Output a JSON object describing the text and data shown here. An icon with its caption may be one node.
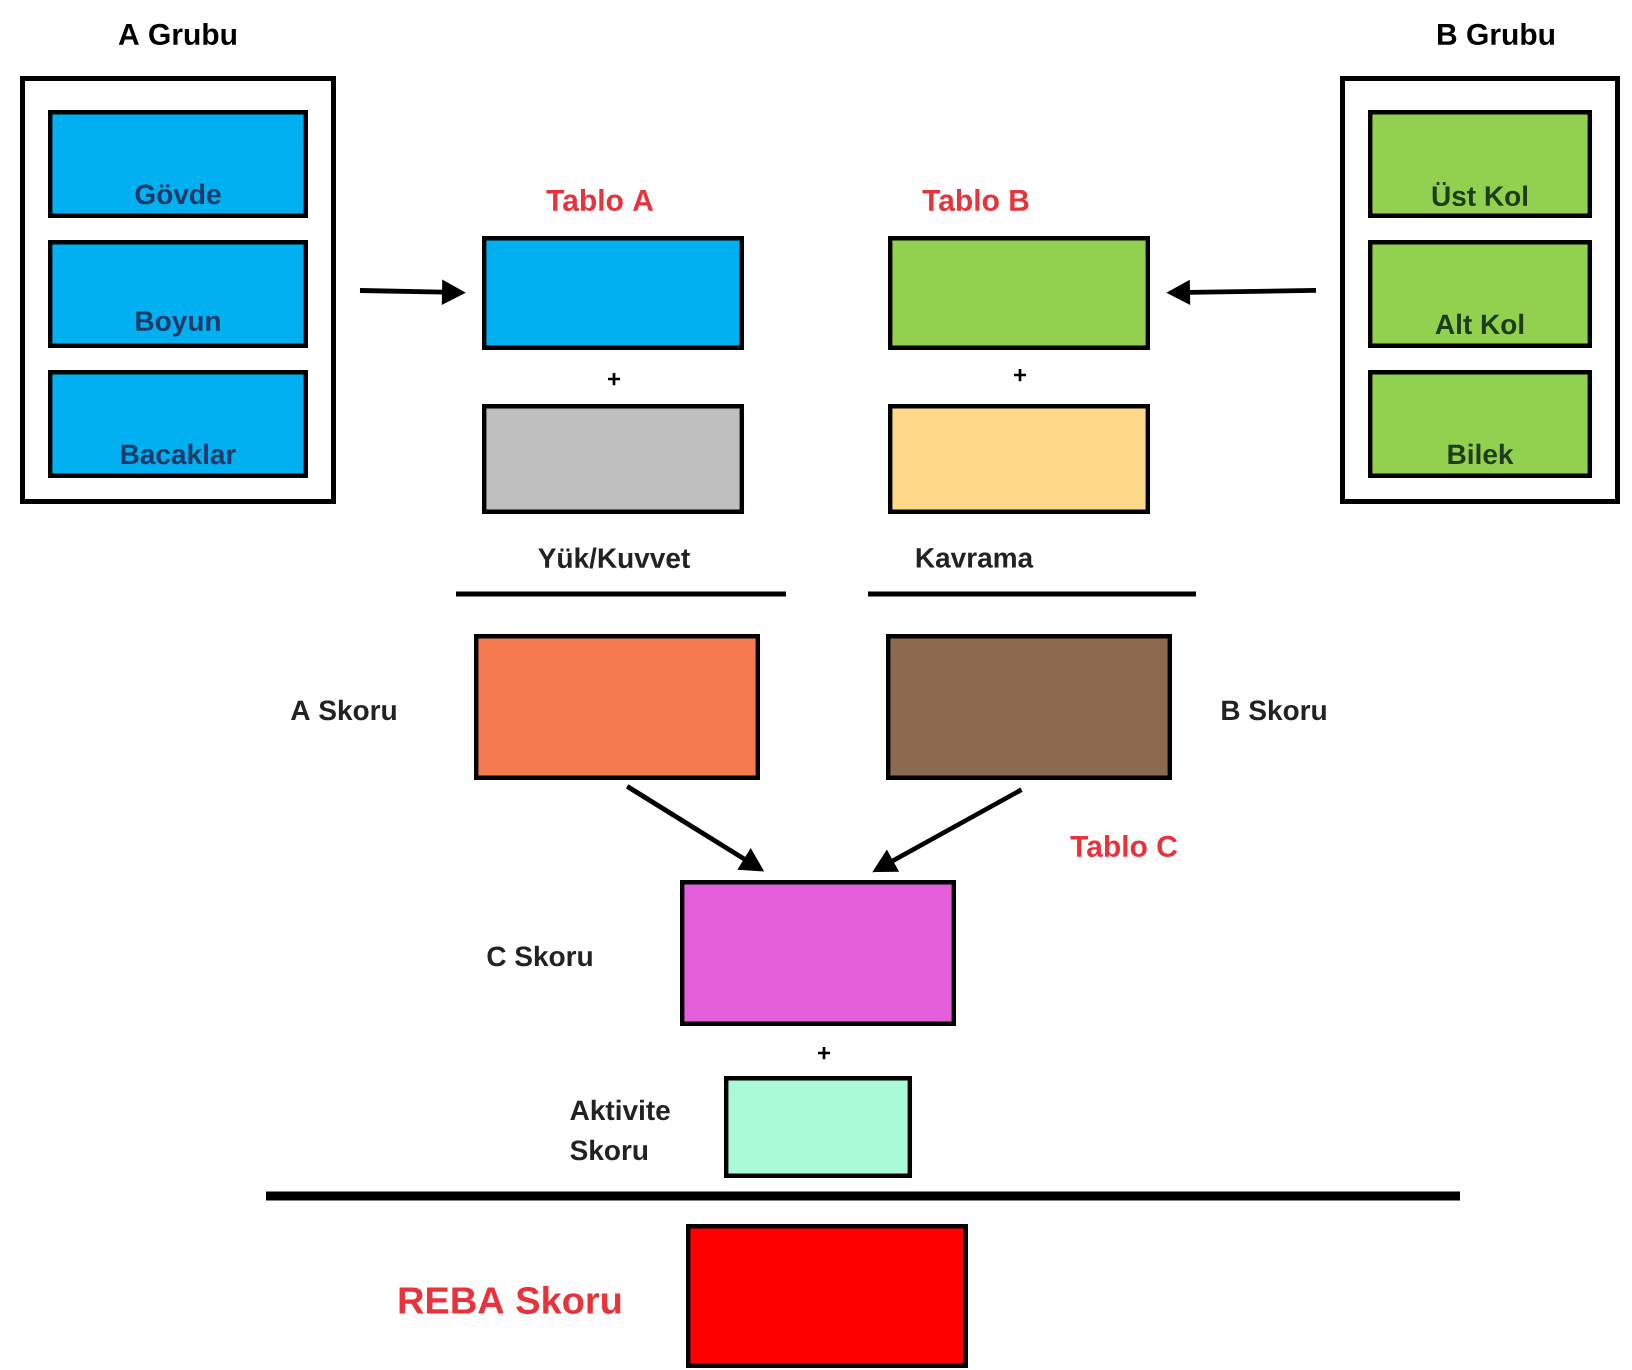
{
  "diagram": {
    "nodes": [
      {
        "text": [
          "A Grubu"
        ]
      },
      {
        "text": [
          "Gövde"
        ],
        "in": 0
      },
      {
        "text": [
          "Boyun"
        ],
        "in": 0
      },
      {
        "text": [
          "Bacaklar"
        ],
        "in": 0
      },
      {
        "text": [
          "B Grubu"
        ]
      },
      {
        "text": [
          "Üst Kol"
        ],
        "in": 4
      },
      {
        "text": [
          "Alt Kol"
        ],
        "in": 4
      },
      {
        "text": [
          "Bilek"
        ],
        "in": 4
      },
      {
        "text": [
          "Tablo A"
        ]
      },
      {
        "text": [
          "Tablo B"
        ]
      },
      {
        "text": [
          "Yük/Kuvvet"
        ]
      },
      {
        "text": [
          "Kavrama"
        ]
      },
      {
        "text": [
          "A Skoru"
        ]
      },
      {
        "text": [
          "B Skoru"
        ]
      },
      {
        "text": [
          "C Skoru"
        ]
      },
      {
        "text": [
          "Aktivite Skoru"
        ]
      },
      {
        "text": [
          "REBA Skoru"
        ]
      }
    ],
    "edges": [
      {
        "from": 0,
        "to": 8,
        "arrow": "to"
      },
      {
        "from": 4,
        "to": 9,
        "arrow": "to"
      },
      {
        "from": 12,
        "to": 14,
        "arrow": "to"
      },
      {
        "from": 13,
        "to": 14,
        "arrow": "to",
        "label": "Tablo C"
      }
    ],
    "labels": [
      "+",
      "+",
      "+"
    ]
  }
}
